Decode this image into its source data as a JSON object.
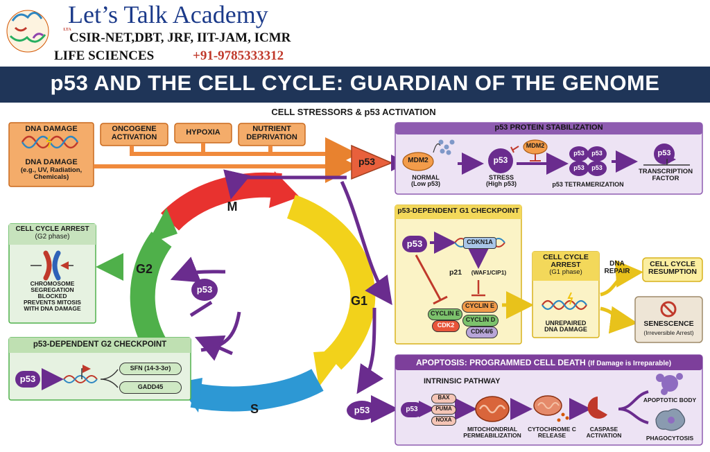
{
  "header": {
    "academy_name": "Let’s Talk Academy",
    "exams_line": "CSIR-NET,DBT, JRF, IIT-JAM, ICMR",
    "subject_line": "LIFE SCIENCES",
    "phone": "+91-9785333312",
    "logo_text": "LTA"
  },
  "title_banner": "p53 AND THE CELL CYCLE: GUARDIAN OF THE GENOME",
  "stressors": {
    "heading": "CELL STRESSORS & p53 ACTIVATION",
    "dna_damage_title": "DNA DAMAGE",
    "dna_damage_detail": [
      "DNA DAMAGE",
      "(e.g., UV, Radiation,",
      "Chemicals)"
    ],
    "oncogene": [
      "ONCOGENE",
      "ACTIVATION"
    ],
    "hypoxia": "HYPOXIA",
    "nutrient": [
      "NUTRIENT",
      "DEPRIVATION"
    ],
    "p53_hub": "p53"
  },
  "stabilization": {
    "heading": "p53 PROTEIN STABILIZATION",
    "mdm2": "MDM2",
    "mdm2_inhibit": "MDM2",
    "p53": "p53",
    "normal": [
      "NORMAL",
      "(Low p53)"
    ],
    "stress": [
      "STRESS",
      "(High p53)"
    ],
    "tetramer_labels": [
      "p53",
      "p53",
      "p53",
      "p53"
    ],
    "tetramerization": "p53 TETRAMERIZATION",
    "tf_p53": "p53",
    "tf_label": [
      "TRANSCRIPTION",
      "FACTOR"
    ]
  },
  "cycle": {
    "phase_m": "M",
    "phase_g1": "G1",
    "phase_s": "S",
    "phase_g2": "G2",
    "center_p53": "p53",
    "colors": {
      "m": "#e8322f",
      "g1": "#f2d21b",
      "s": "#2d98d4",
      "g2": "#4fb04a"
    }
  },
  "g2_arrest": {
    "heading": [
      "CELL CYCLE ARREST",
      "(G2 phase)"
    ],
    "text": [
      "CHROMOSOME",
      "SEGREGATION",
      "BLOCKED",
      "PREVENTS MITOSIS",
      "WITH DNA DAMAGE"
    ]
  },
  "g2_checkpoint": {
    "heading": "p53-DEPENDENT G2 CHECKPOINT",
    "p53": "p53",
    "sfn": "SFN (14-3-3σ)",
    "gadd45": "GADD45"
  },
  "g1_checkpoint": {
    "heading": "p53-DEPENDENT G1 CHECKPOINT",
    "p53": "p53",
    "cdkn1a": "CDKN1A",
    "p21": "p21",
    "waf": "(WAF1/CIP1)",
    "cyclin_e_top": "CYCLIN E",
    "cyclin_e": "CYCLIN E",
    "cdk2": "CDK2",
    "cyclin_d": "CYCLIN D",
    "cdk46": "CDK4/6"
  },
  "g1_arrest": {
    "heading": [
      "CELL CYCLE",
      "ARREST",
      "(G1 phase)"
    ],
    "unrepaired": [
      "UNREPAIRED",
      "DNA DAMAGE"
    ],
    "dna_repair": [
      "DNA",
      "REPAIR"
    ],
    "resumption": [
      "CELL CYCLE",
      "RESUMPTION"
    ],
    "senescence": "SENESCENCE",
    "senescence_sub": "(Irreversible Arrest)"
  },
  "apoptosis": {
    "heading": "APOPTOSIS: PROGRAMMED CELL DEATH",
    "heading_sub": "(If Damage is Irreparable)",
    "intrinsic": "INTRINSIC PATHWAY",
    "p53_outer": "p53",
    "p53_inner": "p53",
    "bax": "BAX",
    "puma": "PUMA",
    "noxa": "NOXA",
    "mito": [
      "MITOCHONDRIAL",
      "PERMEABILIZATION"
    ],
    "cytc": [
      "CYTOCHROME C",
      "RELEASE"
    ],
    "caspase": [
      "CASPASE",
      "ACTIVATION"
    ],
    "apoptotic_body": "APOPTOTIC BODY",
    "phagocytosis": "PHAGOCYTOSIS"
  }
}
